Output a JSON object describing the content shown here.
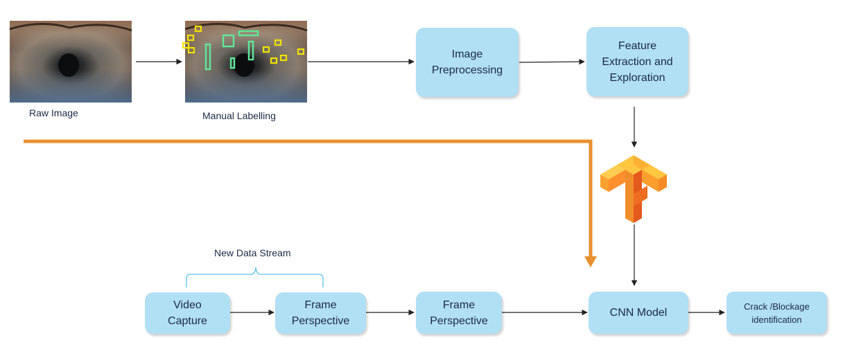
{
  "images": {
    "raw": {
      "caption": "Raw Image"
    },
    "labelled": {
      "caption": "Manual Labelling"
    }
  },
  "nodes": {
    "preprocessing": {
      "label": "Image\nPreprocessing"
    },
    "features": {
      "label": "Feature\nExtraction and\nExploration"
    },
    "video": {
      "label": "Video\nCapture"
    },
    "frame1": {
      "label": "Frame\nPerspective"
    },
    "frame2": {
      "label": "Frame\nPerspective"
    },
    "cnn": {
      "label": "CNN Model"
    },
    "result": {
      "label": "Crack /Blockage\nidentification"
    }
  },
  "brace": {
    "label": "New Data Stream"
  },
  "colors": {
    "box_fill": "#b1dff4",
    "orange_path": "#e8902f",
    "brace": "#5bc3ec",
    "arrow": "#222222",
    "label_box_yellow": "#f2e200",
    "label_box_green": "#5fe89a"
  },
  "icons": {
    "framework_logo": "tensorflow-logo"
  }
}
